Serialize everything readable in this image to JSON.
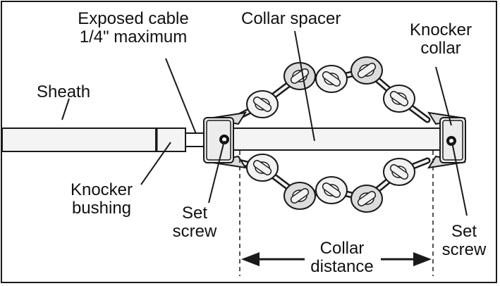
{
  "labels": {
    "exposed_cable_line1": "Exposed cable",
    "exposed_cable_line2": "1/4\" maximum",
    "collar_spacer": "Collar spacer",
    "knocker_collar_line1": "Knocker",
    "knocker_collar_line2": "collar",
    "sheath": "Sheath",
    "knocker_bushing_line1": "Knocker",
    "knocker_bushing_line2": "bushing",
    "set_screw_left_line1": "Set",
    "set_screw_left_line2": "screw",
    "set_screw_right_line1": "Set",
    "set_screw_right_line2": "screw",
    "collar_distance_line1": "Collar",
    "collar_distance_line2": "distance"
  },
  "colors": {
    "ink": "#111111",
    "line": "#1a1a1a",
    "fill_light": "#f2f2f2",
    "fill_mid": "#dcdcdc",
    "background": "#ffffff"
  }
}
